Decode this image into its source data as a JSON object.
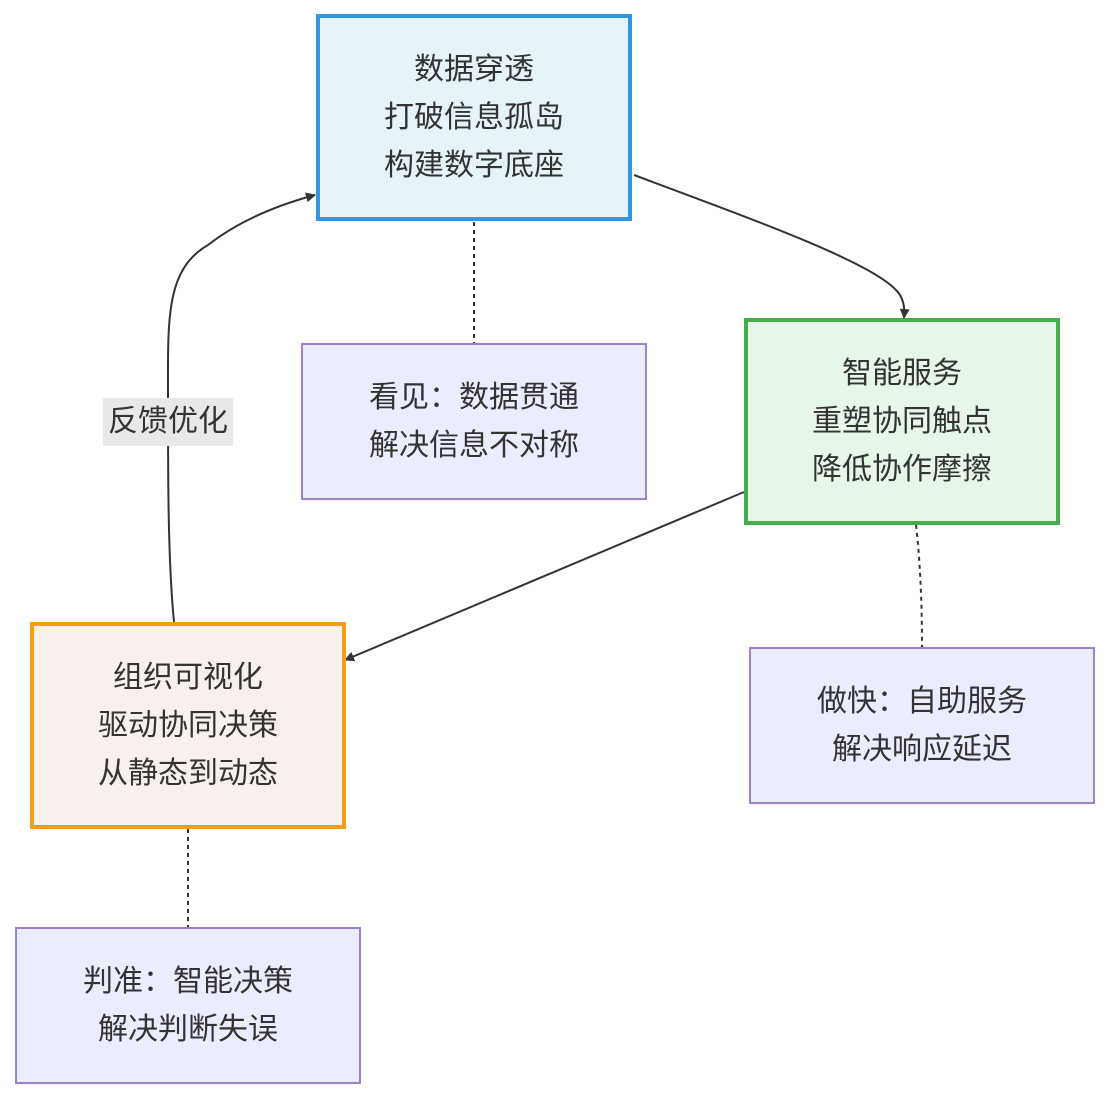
{
  "nodes": {
    "data": {
      "lines": [
        "数据穿透",
        "打破信息孤岛",
        "构建数字底座"
      ],
      "border_color": "#2f97e6",
      "fill_color": "#e6f3f8"
    },
    "service": {
      "lines": [
        "智能服务",
        "重塑协同触点",
        "降低协作摩擦"
      ],
      "border_color": "#45ae4d",
      "fill_color": "#e6f6e7"
    },
    "org": {
      "lines": [
        "组织可视化",
        "驱动协同决策",
        "从静态到动态"
      ],
      "border_color": "#f59d12",
      "fill_color": "#f8f0ec"
    }
  },
  "notes": {
    "see": {
      "lines": [
        "看见：数据贯通",
        "解决信息不对称"
      ]
    },
    "fast": {
      "lines": [
        "做快：自助服务",
        "解决响应延迟"
      ]
    },
    "judge": {
      "lines": [
        "判准：智能决策",
        "解决判断失误"
      ]
    },
    "fill_color": "#ececff",
    "border_color": "#9f7fd0"
  },
  "edges": {
    "feedback_label": "反馈优化"
  }
}
